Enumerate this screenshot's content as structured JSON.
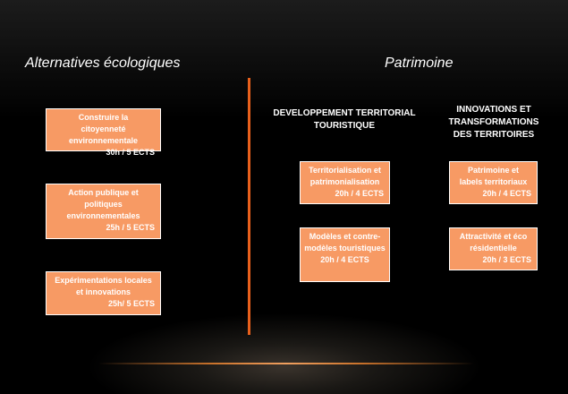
{
  "left_title": "Alternatives écologiques",
  "right_title": "Patrimoine",
  "headers": [
    "DEVELOPPEMENT TERRITORIAL TOURISTIQUE",
    "INNOVATIONS ET TRANSFORMATIONS DES TERRITOIRES"
  ],
  "left_boxes": [
    {
      "label": "Construire la citoyenneté environnementale",
      "hours": "30h / 5  ECTS"
    },
    {
      "label": "Action publique et politiques environnementales",
      "hours": "25h / 5 ECTS"
    },
    {
      "label": "Expérimentations locales et innovations",
      "hours": "25h/ 5 ECTS"
    }
  ],
  "mid_boxes": [
    {
      "label": "Territorialisation et patrimonialisation",
      "hours": "20h / 4 ECTS"
    },
    {
      "label": "Modèles et contre-modèles touristiques",
      "hours": "20h / 4 ECTS"
    }
  ],
  "right_boxes": [
    {
      "label": "Patrimoine et labels territoriaux",
      "hours": "20h / 4 ECTS"
    },
    {
      "label": "Attractivité et éco résidentielle",
      "hours": "20h / 3 ECTS"
    }
  ]
}
